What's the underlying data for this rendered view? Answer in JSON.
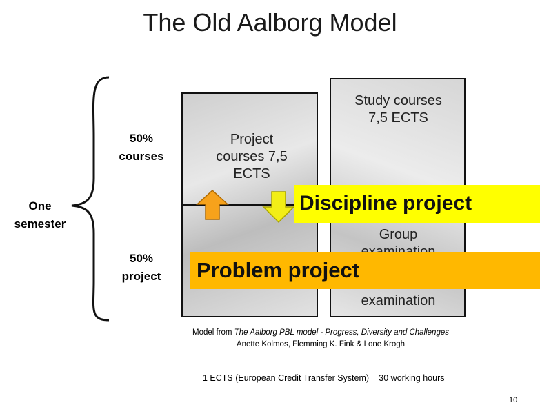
{
  "title": "The Old Aalborg Model",
  "labels": {
    "courses": [
      "50%",
      "courses"
    ],
    "project": [
      "50%",
      "project"
    ],
    "semester": [
      "One",
      "semester"
    ]
  },
  "boxes": {
    "project_courses": [
      "Project",
      "courses 7,5",
      "ECTS"
    ],
    "study_courses": [
      "Study courses",
      "7,5 ECTS"
    ],
    "group_exam": [
      "Group",
      "examination"
    ],
    "exam": "examination"
  },
  "banners": {
    "discipline": "Discipline  project",
    "problem": "Problem project"
  },
  "colors": {
    "discipline_bg": "#ffff00",
    "problem_bg": "#ffb800",
    "arrow_up": "#f7a21b",
    "arrow_down": "#f2ee17"
  },
  "caption": {
    "prefix": "Model from ",
    "source_title": "The Aalborg PBL model - Progress, Diversity and Challenges",
    "authors": "Anette Kolmos, Flemming K. Fink & Lone Krogh"
  },
  "ects_note": "1 ECTS (European Credit Transfer System) = 30 working hours",
  "page_number": "10"
}
